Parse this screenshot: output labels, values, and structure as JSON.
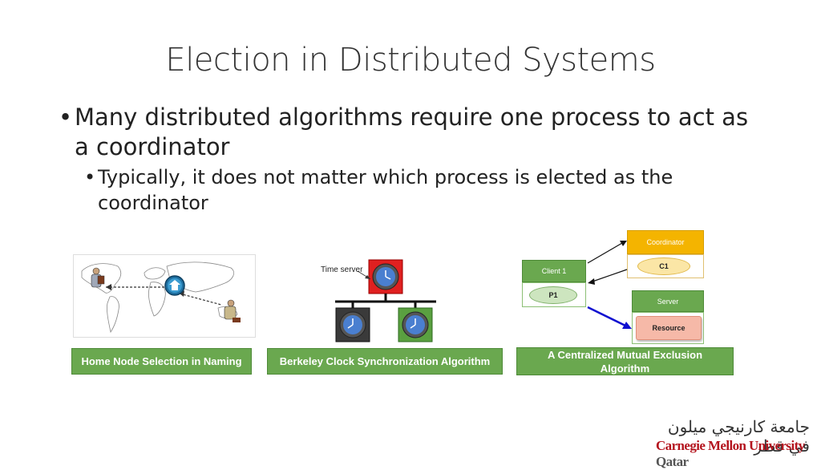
{
  "slide": {
    "title": "Election in Distributed Systems",
    "bullet1": "Many distributed algorithms require one process to act as a coordinator",
    "bullet2": "Typically, it does not matter which process is elected as the coordinator",
    "bullet_char": "•"
  },
  "figures": {
    "home_node": {
      "caption": "Home Node Selection in Naming",
      "icon": "home-icon"
    },
    "berkeley": {
      "caption": "Berkeley Clock Synchronization Algorithm",
      "time_server_label": "Time server"
    },
    "mutex": {
      "caption": "A Centralized Mutual Exclusion Algorithm",
      "coordinator_label": "Coordinator",
      "coordinator_process": "C1",
      "client_label": "Client 1",
      "client_process": "P1",
      "server_label": "Server",
      "resource_label": "Resource"
    }
  },
  "logo": {
    "arabic": "جامعة كارنيجي ميلون في قطر",
    "name": "Carnegie Mellon University",
    "suffix": "Qatar"
  },
  "colors": {
    "green": "#6aa84f",
    "yellow": "#f4b400",
    "red": "#e02020",
    "dark": "#404040"
  }
}
